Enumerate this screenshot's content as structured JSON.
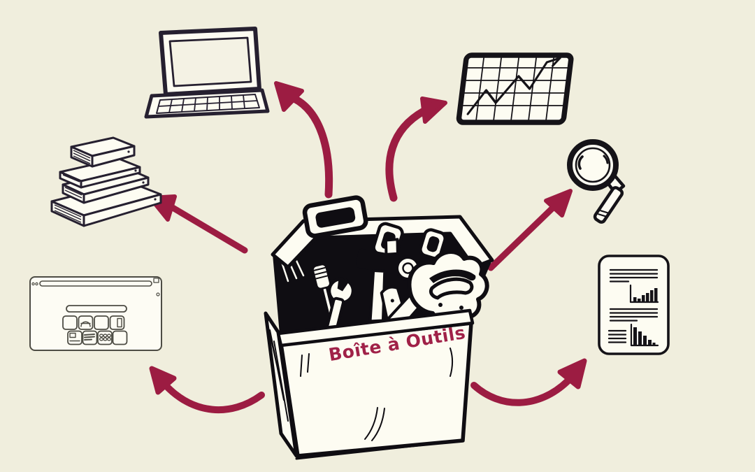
{
  "scene": {
    "background_color": "#f0eedd",
    "accent_color": "#9c1c42",
    "ink_color": "#17131c"
  },
  "toolbox": {
    "label": "Boîte à Outils",
    "label_color": "#a02148",
    "icon": "toolbox-icon"
  },
  "satellites": [
    {
      "id": "laptop",
      "icon": "laptop-icon",
      "position": "top-left"
    },
    {
      "id": "books",
      "icon": "books-stack-icon",
      "position": "left"
    },
    {
      "id": "web-panel",
      "icon": "browser-window-icon",
      "position": "bottom-left"
    },
    {
      "id": "chart-board",
      "icon": "line-chart-board-icon",
      "position": "top-right"
    },
    {
      "id": "magnifier",
      "icon": "magnifying-glass-icon",
      "position": "right"
    },
    {
      "id": "report",
      "icon": "report-document-icon",
      "position": "bottom-right"
    }
  ],
  "arrows": [
    {
      "name": "arrow-to-laptop",
      "from": "toolbox",
      "to": "laptop"
    },
    {
      "name": "arrow-to-chart-board",
      "from": "toolbox",
      "to": "chart-board"
    },
    {
      "name": "arrow-to-books",
      "from": "toolbox",
      "to": "books"
    },
    {
      "name": "arrow-to-magnifier",
      "from": "toolbox",
      "to": "magnifier"
    },
    {
      "name": "arrow-to-web-panel",
      "from": "toolbox",
      "to": "web-panel"
    },
    {
      "name": "arrow-to-report",
      "from": "toolbox",
      "to": "report"
    }
  ]
}
